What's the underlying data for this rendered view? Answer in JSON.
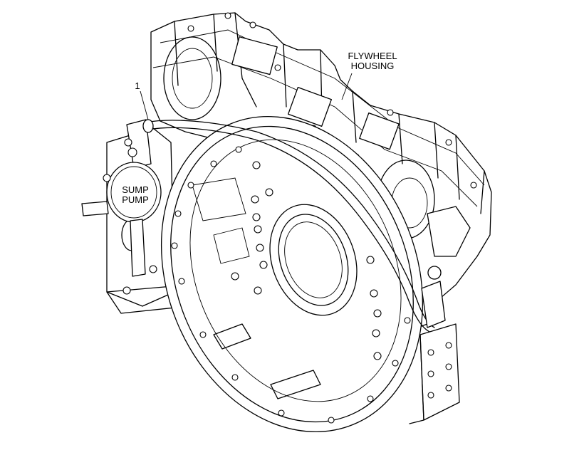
{
  "callouts": {
    "part_number": "1",
    "flywheel_housing_line1": "FLYWHEEL",
    "flywheel_housing_line2": "HOUSING",
    "sump_pump_line1": "SUMP",
    "sump_pump_line2": "PUMP"
  },
  "colors": {
    "ink": "#000000",
    "paper": "#ffffff"
  }
}
